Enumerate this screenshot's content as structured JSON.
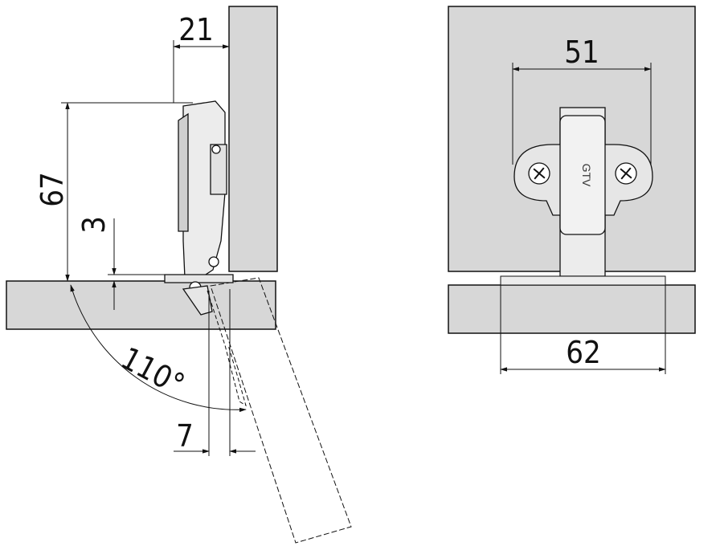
{
  "side_view": {
    "dim_overlay_depth": "21",
    "dim_height": "67",
    "dim_offset": "3",
    "dim_angle": "110°",
    "dim_clearance": "7"
  },
  "front_view": {
    "dim_screw_spacing": "51",
    "dim_plate_length": "62",
    "brand_mark": "GTV"
  },
  "colors": {
    "panel_fill": "#d7d7d7",
    "hardware_fill": "#ececec",
    "line": "#111111"
  }
}
